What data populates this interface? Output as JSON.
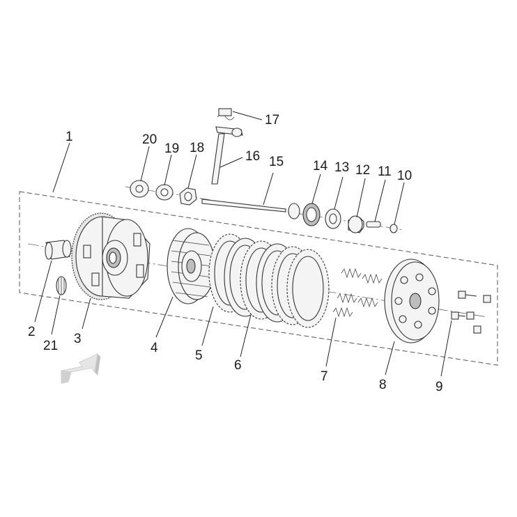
{
  "diagram": {
    "part_numbers": [
      "1",
      "2",
      "3",
      "4",
      "5",
      "6",
      "7",
      "8",
      "9",
      "10",
      "11",
      "12",
      "13",
      "14",
      "15",
      "16",
      "17",
      "18",
      "19",
      "20",
      "21"
    ]
  },
  "colors": {
    "line": "#222222",
    "part_fill": "#f4f4f4",
    "arrow_top": "#e6e6e6",
    "arrow_side": "#bfbfbf"
  },
  "icons": {
    "direction_arrow": "front-direction-arrow-icon"
  }
}
